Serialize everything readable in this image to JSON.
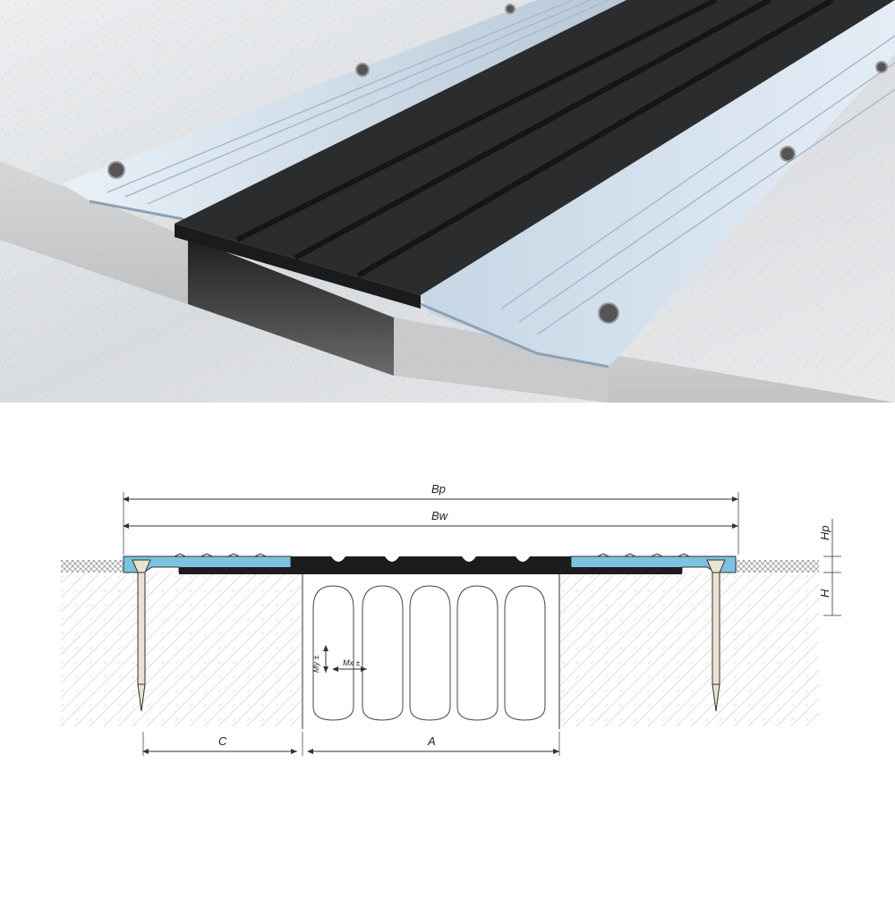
{
  "render": {
    "colors": {
      "floor_light": "#e6e8ea",
      "floor_mid": "#d3d6d9",
      "slab_face": "#c9cbcd",
      "aluminium_light": "#dce8f3",
      "aluminium_mid": "#b8c8d8",
      "rubber": "#2b2c2e",
      "rubber_groove": "#141516",
      "gap": "#3a3a3a"
    }
  },
  "section": {
    "labels": {
      "bp": "Bp",
      "bw": "Bw",
      "hp": "Hp",
      "h": "H",
      "c": "C",
      "a": "A",
      "my": "My ±",
      "mx": "Mx ±"
    },
    "colors": {
      "profile_blue": "#7cc2e0",
      "rubber_black": "#1c1c1c",
      "screw": "#e8e2d0",
      "concrete_hatch": "#b9b9b9",
      "line": "#333333"
    }
  }
}
